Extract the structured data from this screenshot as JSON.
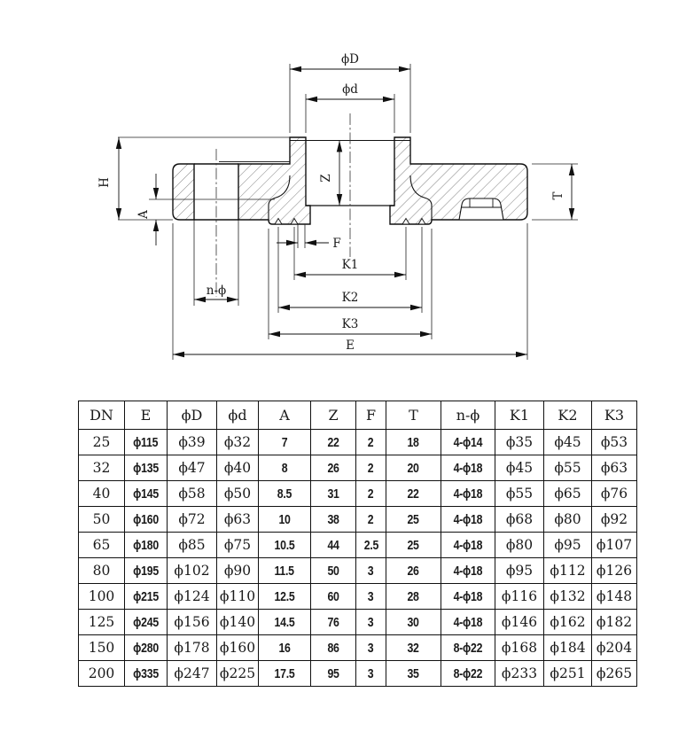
{
  "drawing": {
    "labels": {
      "phi_D": "ϕD",
      "phi_d": "ϕd",
      "H": "H",
      "A": "A",
      "Z": "Z",
      "T": "T",
      "F": "F",
      "K1": "K1",
      "K2": "K2",
      "K3": "K3",
      "E": "E",
      "n_phi": "n-ϕ"
    }
  },
  "table": {
    "columns": [
      "DN",
      "E",
      "ϕD",
      "ϕd",
      "A",
      "Z",
      "F",
      "T",
      "n-ϕ",
      "K1",
      "K2",
      "K3"
    ],
    "rows": [
      [
        "25",
        "ϕ115",
        "ϕ39",
        "ϕ32",
        "7",
        "22",
        "2",
        "18",
        "4-ϕ14",
        "ϕ35",
        "ϕ45",
        "ϕ53"
      ],
      [
        "32",
        "ϕ135",
        "ϕ47",
        "ϕ40",
        "8",
        "26",
        "2",
        "20",
        "4-ϕ18",
        "ϕ45",
        "ϕ55",
        "ϕ63"
      ],
      [
        "40",
        "ϕ145",
        "ϕ58",
        "ϕ50",
        "8.5",
        "31",
        "2",
        "22",
        "4-ϕ18",
        "ϕ55",
        "ϕ65",
        "ϕ76"
      ],
      [
        "50",
        "ϕ160",
        "ϕ72",
        "ϕ63",
        "10",
        "38",
        "2",
        "25",
        "4-ϕ18",
        "ϕ68",
        "ϕ80",
        "ϕ92"
      ],
      [
        "65",
        "ϕ180",
        "ϕ85",
        "ϕ75",
        "10.5",
        "44",
        "2.5",
        "25",
        "4-ϕ18",
        "ϕ80",
        "ϕ95",
        "ϕ107"
      ],
      [
        "80",
        "ϕ195",
        "ϕ102",
        "ϕ90",
        "11.5",
        "50",
        "3",
        "26",
        "4-ϕ18",
        "ϕ95",
        "ϕ112",
        "ϕ126"
      ],
      [
        "100",
        "ϕ215",
        "ϕ124",
        "ϕ110",
        "12.5",
        "60",
        "3",
        "28",
        "4-ϕ18",
        "ϕ116",
        "ϕ132",
        "ϕ148"
      ],
      [
        "125",
        "ϕ245",
        "ϕ156",
        "ϕ140",
        "14.5",
        "76",
        "3",
        "30",
        "4-ϕ18",
        "ϕ146",
        "ϕ162",
        "ϕ182"
      ],
      [
        "150",
        "ϕ280",
        "ϕ178",
        "ϕ160",
        "16",
        "86",
        "3",
        "32",
        "8-ϕ22",
        "ϕ168",
        "ϕ184",
        "ϕ204"
      ],
      [
        "200",
        "ϕ335",
        "ϕ247",
        "ϕ225",
        "17.5",
        "95",
        "3",
        "35",
        "8-ϕ22",
        "ϕ233",
        "ϕ251",
        "ϕ265"
      ]
    ]
  },
  "colors": {
    "line": "#1a1a1a",
    "background": "#ffffff"
  }
}
